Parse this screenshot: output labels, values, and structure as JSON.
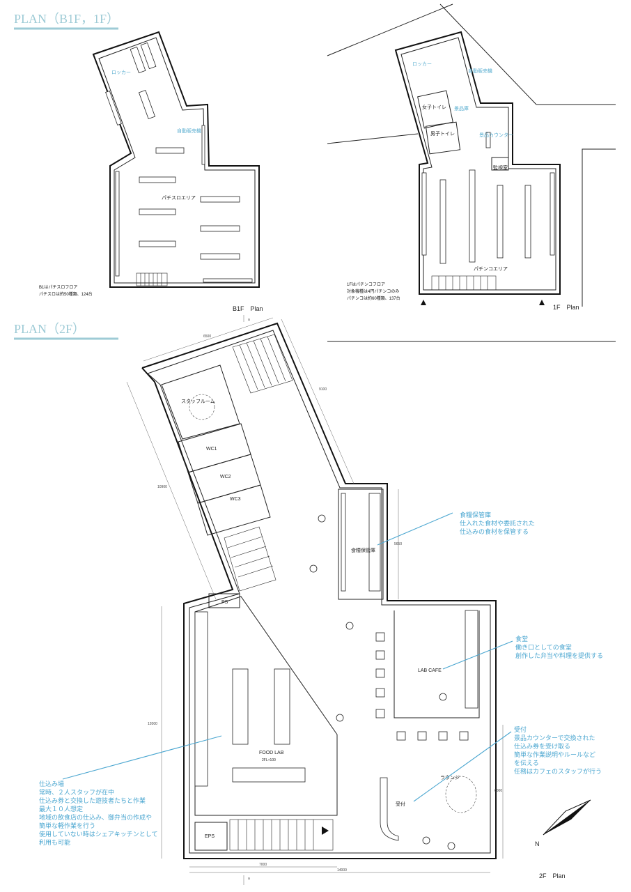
{
  "section_b1f_1f": {
    "title": "PLAN（B1F，1F）"
  },
  "section_2f": {
    "title": "PLAN（2F）"
  },
  "b1f": {
    "caption": "B1F　Plan",
    "locker": "ロッカー",
    "vending": "自動販売機",
    "slot_area": "パチスロエリア",
    "note_line1": "B1はパチスロフロア",
    "note_line2": "パチスロは約50種類、124台"
  },
  "f1": {
    "caption": "1F　Plan",
    "locker": "ロッカー",
    "vending": "自動販売機",
    "womens_wc": "女子トイレ",
    "prize_store": "景品庫",
    "mens_wc": "男子トイレ",
    "prize_counter": "景品カウンター",
    "monitor_room": "監視室",
    "pachinko_area": "パチンコエリア",
    "note_line1": "1Fはパチンコフロア",
    "note_line2": "対象機種は4円パチンコのみ",
    "note_line3": "パチンコは約60種類、137台"
  },
  "f2": {
    "caption": "2F　Plan",
    "staff_room": "スタッフルーム",
    "wc1": "WC1",
    "wc2": "WC2",
    "wc3": "WC3",
    "food_storage": "食糧保管庫",
    "ps": "PS",
    "eps": "EPS",
    "lab_cafe": "LAB CAFE",
    "food_lab": "FOOD LAB",
    "food_lab_sub": "2FL+100",
    "lounge": "ラウンジ",
    "reception": "受付",
    "north": "N",
    "dims": {
      "top": "6500",
      "right_upper": "9100",
      "left_upper": "10900",
      "storage": "5650",
      "left_lower": "12000",
      "right_lower": "6000",
      "bottom_inner": "7000",
      "bottom_total": "14000",
      "axis_a": "a"
    }
  },
  "annotations": {
    "storage": {
      "line1": "食糧保管庫",
      "line2": "仕入れた食材や委託された",
      "line3": "仕込みの食材を保管する"
    },
    "cafe": {
      "line1": "食堂",
      "line2": "働き口としての食堂",
      "line3": "創作した弁当や料理を提供する"
    },
    "reception": {
      "line1": "受付",
      "line2": "景品カウンターで交換された",
      "line3": "仕込み券を受け取る",
      "line4": "簡単な作業説明やルールなど",
      "line5": "を伝える",
      "line6": "任務はカフェのスタッフが行う"
    },
    "kitchen": {
      "line1": "仕込み場",
      "line2": "常時、２人スタッフが在中",
      "line3": "仕込み券と交換した遊技者たちと作業",
      "line4": "最大１０人想定",
      "line5": "地域の飲食店の仕込み、御弁当の作成や",
      "line6": "簡単な軽作業を行う",
      "line7": "使用していない時はシェアキッチンとして",
      "line8": "利用も可能"
    }
  },
  "colors": {
    "title": "#9ecbd6",
    "annotation": "#4aa6d0",
    "wall": "#111111"
  }
}
